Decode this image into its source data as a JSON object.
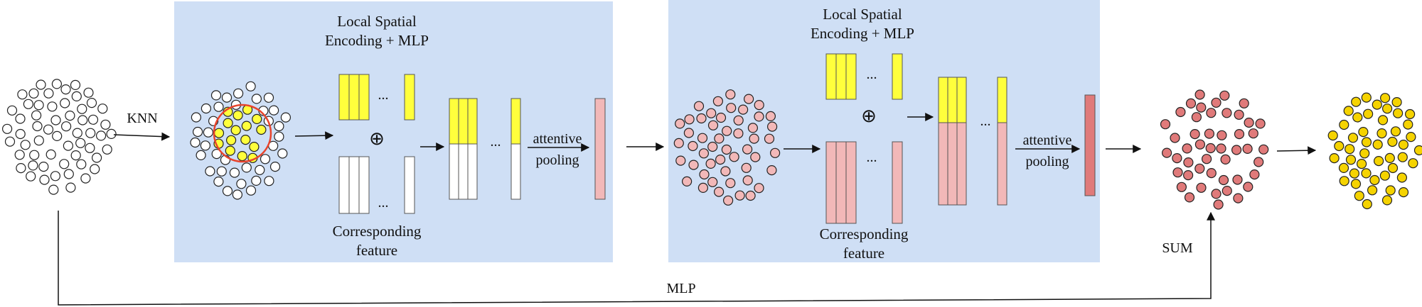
{
  "panel1": {
    "title_line1": "Local Spatial",
    "title_line2": "Encoding + MLP",
    "caption_line1": "Corresponding",
    "caption_line2": "feature",
    "pooling_line1": "attentive",
    "pooling_line2": "pooling"
  },
  "panel2": {
    "title_line1": "Local Spatial",
    "title_line2": "Encoding + MLP",
    "caption_line1": "Corresponding",
    "caption_line2": "feature",
    "pooling_line1": "attentive",
    "pooling_line2": "pooling"
  },
  "labels": {
    "knn": "KNN",
    "sum": "SUM",
    "mlp": "MLP",
    "ellipsis": "...",
    "concat_symbol": "⊕"
  },
  "colors": {
    "panel_bg": "#cfdff5",
    "yellow": "#ffff3c",
    "pink": "#f2b8b8",
    "pink_dark": "#e07a7a",
    "red_point": "#d40000",
    "gold_point": "#f5d300",
    "white": "#ffffff",
    "circle_red": "#e8442c"
  },
  "point_clouds": [
    {
      "name": "input-cloud",
      "color": "white"
    },
    {
      "name": "knn-cloud",
      "color": "white"
    },
    {
      "name": "encoded-cloud",
      "color": "pink"
    },
    {
      "name": "sum-cloud",
      "color": "pink_dark"
    },
    {
      "name": "output-cloud",
      "color": "gold"
    }
  ]
}
